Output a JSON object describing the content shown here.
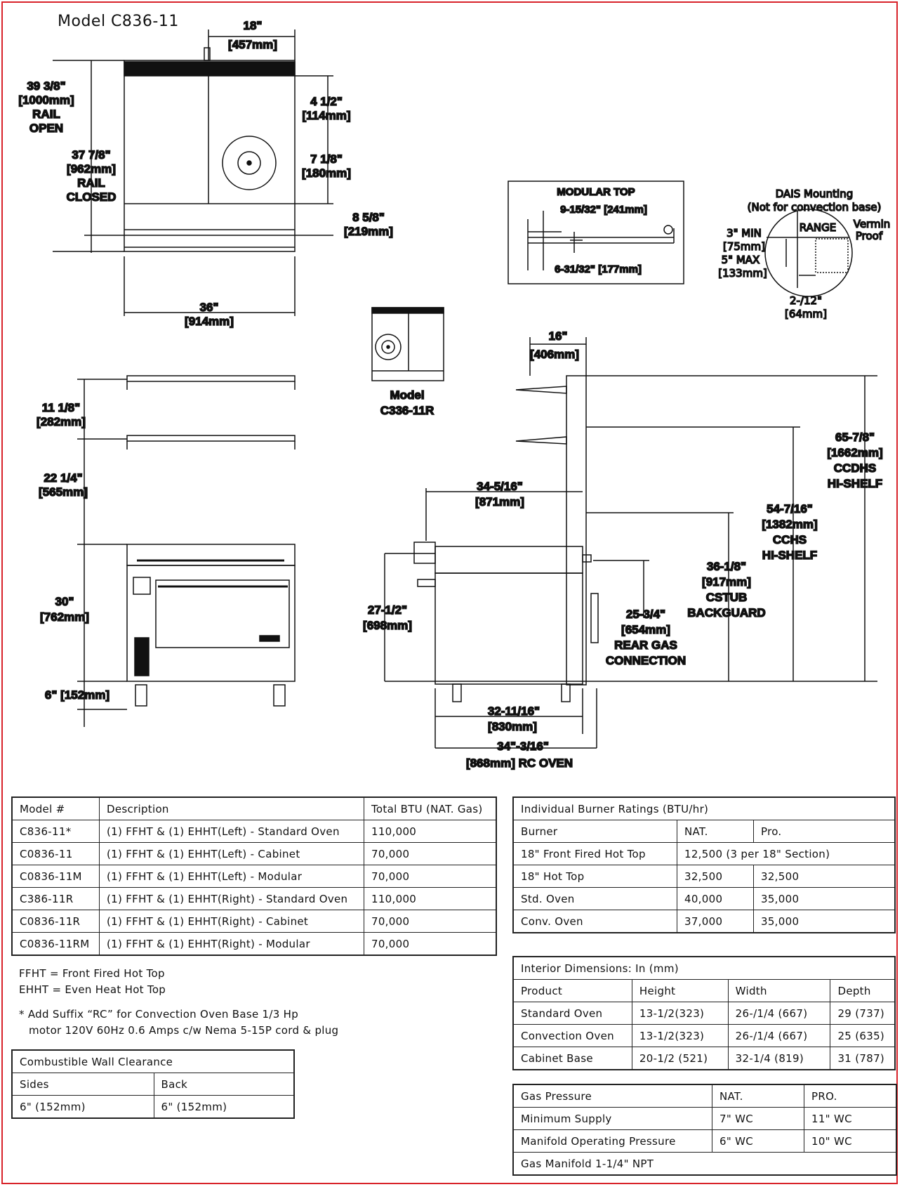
{
  "title": "Model C836-11",
  "drawing": {
    "front_top": {
      "width_top": [
        "18\"",
        "[457mm]"
      ],
      "rail_open": [
        "39 3/8\"",
        "[1000mm]",
        "RAIL",
        "OPEN"
      ],
      "rail_closed": [
        "37 7/8\"",
        "[962mm]",
        "RAIL",
        "CLOSED"
      ],
      "dim_4_1_2": [
        "4 1/2\"",
        "[114mm]"
      ],
      "dim_7_1_8": [
        "7 1/8\"",
        "[180mm]"
      ],
      "dim_8_5_8": [
        "8 5/8\"",
        "[219mm]"
      ],
      "width_bottom": [
        "36\"",
        "[914mm]"
      ]
    },
    "modular_top": {
      "heading": "MODULAR TOP",
      "dim_top": "9-15/32\" [241mm]",
      "dim_bottom": "6-31/32\" [177mm]"
    },
    "dais": {
      "heading": "DAIS Mounting",
      "subheading": "(Not for convection base)",
      "range": "RANGE",
      "vermin": [
        "Vermin",
        "Proof"
      ],
      "min_max": [
        "3\" MIN",
        "[75mm]",
        "5\" MAX",
        "[133mm]"
      ],
      "bottom": [
        "2-/12\"",
        "[64mm]"
      ]
    },
    "model_r": [
      "Model",
      "C336-11R"
    ],
    "front_elevation": {
      "shelf": [
        "11 1/8\"",
        "[282mm]"
      ],
      "back": [
        "22 1/4\"",
        "[565mm]"
      ],
      "body": [
        "30\"",
        "[762mm]"
      ],
      "legs": "6\" [152mm]"
    },
    "side": {
      "top": [
        "16\"",
        "[406mm]"
      ],
      "depth": [
        "34-5/16\"",
        "[871mm]"
      ],
      "hi_shelf_ccdhs": [
        "65-7/8\"",
        "[1662mm]",
        "CCDHS",
        "HI-SHELF"
      ],
      "hi_shelf_cchs": [
        "54-7/16\"",
        "[1382mm]",
        "CCHS",
        "HI-SHELF"
      ],
      "backguard": [
        "36-1/8\"",
        "[917mm]",
        "CSTUB",
        "BACKGUARD"
      ],
      "rear_gas": [
        "25-3/4\"",
        "[654mm]",
        "REAR GAS",
        "CONNECTION"
      ],
      "height": [
        "27-1/2\"",
        "[698mm]"
      ],
      "bottom1": [
        "32-11/16\"",
        "[830mm]"
      ],
      "bottom2": [
        "34\"-3/16\"",
        "[868mm] RC OVEN"
      ]
    }
  },
  "models_table": {
    "headers": [
      "Model #",
      "Description",
      "Total BTU (NAT. Gas)"
    ],
    "rows": [
      [
        "C836-11*",
        "(1) FFHT & (1) EHHT(Left) - Standard Oven",
        "110,000"
      ],
      [
        "C0836-11",
        "(1) FFHT & (1) EHHT(Left) - Cabinet",
        "70,000"
      ],
      [
        "C0836-11M",
        "(1) FFHT & (1) EHHT(Left) - Modular",
        "70,000"
      ],
      [
        "C386-11R",
        "(1) FFHT & (1) EHHT(Right) - Standard Oven",
        "110,000"
      ],
      [
        "C0836-11R",
        "(1) FFHT & (1) EHHT(Right) - Cabinet",
        "70,000"
      ],
      [
        "C0836-11RM",
        "(1) FFHT & (1) EHHT(Right) - Modular",
        "70,000"
      ]
    ]
  },
  "notes": {
    "ffht": "FFHT = Front Fired Hot Top",
    "ehht": "EHHT = Even Heat Hot Top",
    "suffix1": "* Add Suffix “RC” for Convection Oven Base 1/3 Hp",
    "suffix2": "motor 120V 60Hz 0.6 Amps c/w Nema 5-15P cord & plug"
  },
  "clearance_table": {
    "title": "Combustible Wall Clearance",
    "headers": [
      "Sides",
      "Back"
    ],
    "values": [
      "6\" (152mm)",
      "6\" (152mm)"
    ]
  },
  "burner_table": {
    "title": "Individual Burner Ratings (BTU/hr)",
    "headers": [
      "Burner",
      "NAT.",
      "Pro."
    ],
    "row_span": [
      "18\"  Front Fired Hot Top",
      "12,500 (3 per 18\" Section)"
    ],
    "rows": [
      [
        "18\" Hot Top",
        "32,500",
        "32,500"
      ],
      [
        "Std. Oven",
        "40,000",
        "35,000"
      ],
      [
        "Conv. Oven",
        "37,000",
        "35,000"
      ]
    ]
  },
  "interior_table": {
    "title": "Interior Dimensions: In (mm)",
    "headers": [
      "Product",
      "Height",
      "Width",
      "Depth"
    ],
    "rows": [
      [
        "Standard Oven",
        "13-1/2(323)",
        "26-/1/4 (667)",
        "29 (737)"
      ],
      [
        "Convection Oven",
        "13-1/2(323)",
        "26-/1/4 (667)",
        "25 (635)"
      ],
      [
        "Cabinet Base",
        "20-1/2 (521)",
        "32-1/4 (819)",
        "31 (787)"
      ]
    ]
  },
  "gas_table": {
    "headers": [
      "Gas Pressure",
      "NAT.",
      "PRO."
    ],
    "rows": [
      [
        "Minimum Supply",
        "7\" WC",
        "11\" WC"
      ],
      [
        "Manifold Operating Pressure",
        "6\" WC",
        "10\" WC"
      ]
    ],
    "footer": "Gas Manifold 1-1/4\" NPT"
  }
}
